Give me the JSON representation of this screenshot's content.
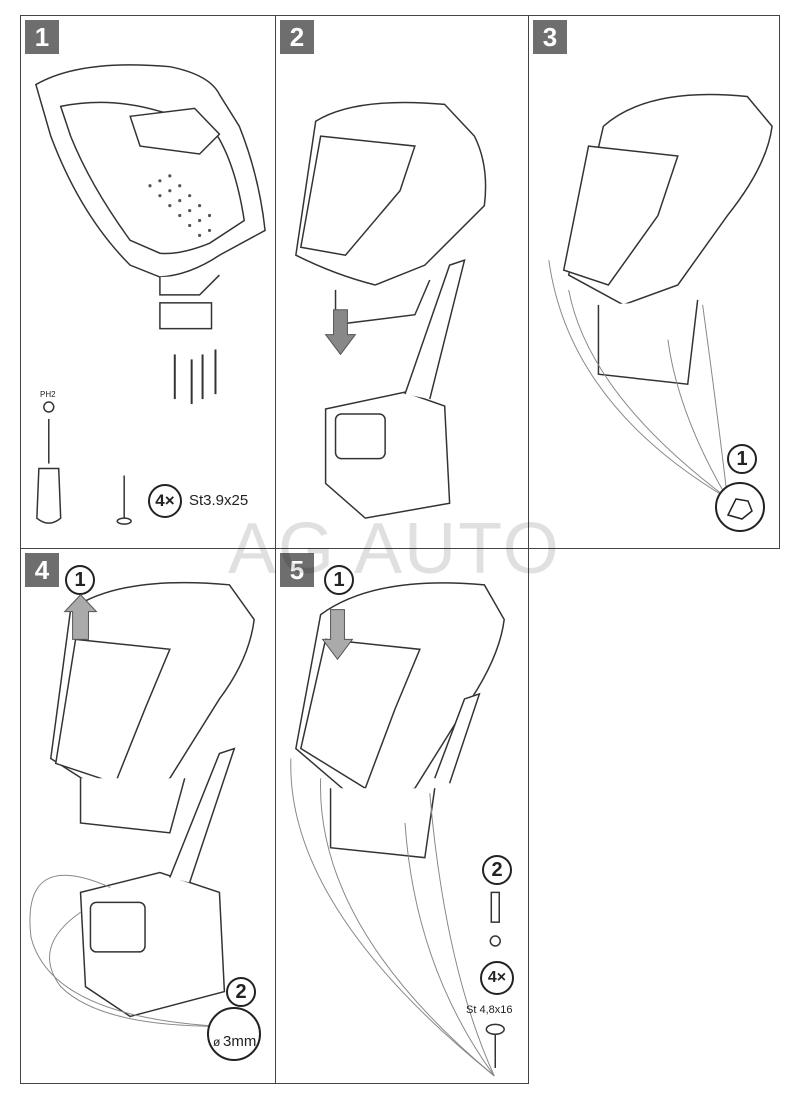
{
  "steps": [
    {
      "number": "1"
    },
    {
      "number": "2"
    },
    {
      "number": "3",
      "sub": "1"
    },
    {
      "number": "4",
      "sub1": "1",
      "sub2": "2"
    },
    {
      "number": "5",
      "sub1": "1",
      "sub2": "2"
    }
  ],
  "step1": {
    "tool_label": "PH2",
    "screw_count": "4×",
    "screw_spec": "St3.9x25"
  },
  "step4": {
    "drill_spec": "3mm",
    "drill_symbol": "ø"
  },
  "step5": {
    "screw_count": "4×",
    "screw_spec": "St 4,8x16"
  },
  "watermark": "AG AUTO",
  "colors": {
    "badge": "#6e6e6e",
    "arrow": "#888888",
    "line": "#333333"
  }
}
